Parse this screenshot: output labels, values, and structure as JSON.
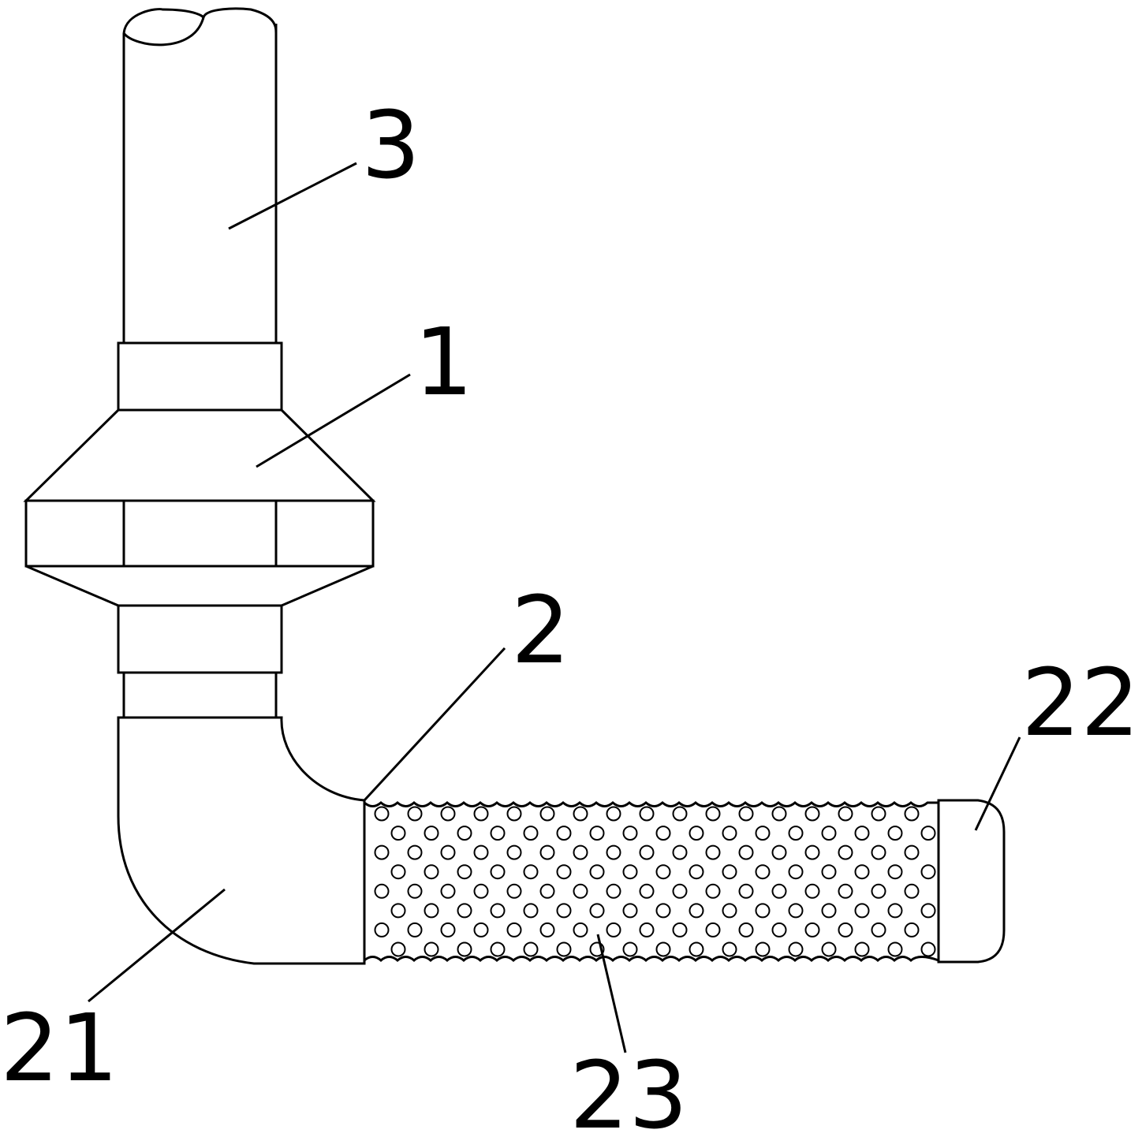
{
  "figure": {
    "labels": {
      "pipe": "3",
      "connector": "1",
      "tube": "2",
      "elbow": "21",
      "end_cap": "22",
      "holes": "23"
    }
  }
}
